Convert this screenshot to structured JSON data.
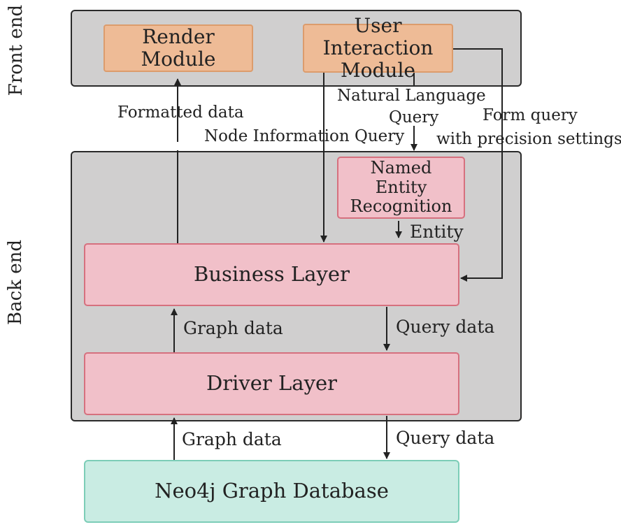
{
  "side_labels": {
    "front_end": "Front end",
    "back_end": "Back end"
  },
  "modules": {
    "render": "Render Module",
    "user_interaction": "User Interaction Module",
    "named_entity": "Named Entity Recognition",
    "business": "Business Layer",
    "driver": "Driver Layer",
    "database": "Neo4j Graph Database"
  },
  "flows": {
    "formatted_data": "Formatted data",
    "node_info_query": "Node Information Query",
    "natural_language_query_line1": "Natural Language",
    "natural_language_query_line2": "Query",
    "form_query_line1": "Form query",
    "form_query_line2": "with precision settings",
    "entity": "Entity",
    "graph_data_upper": "Graph data",
    "query_data_upper": "Query data",
    "graph_data_lower": "Graph data",
    "query_data_lower": "Query data"
  }
}
